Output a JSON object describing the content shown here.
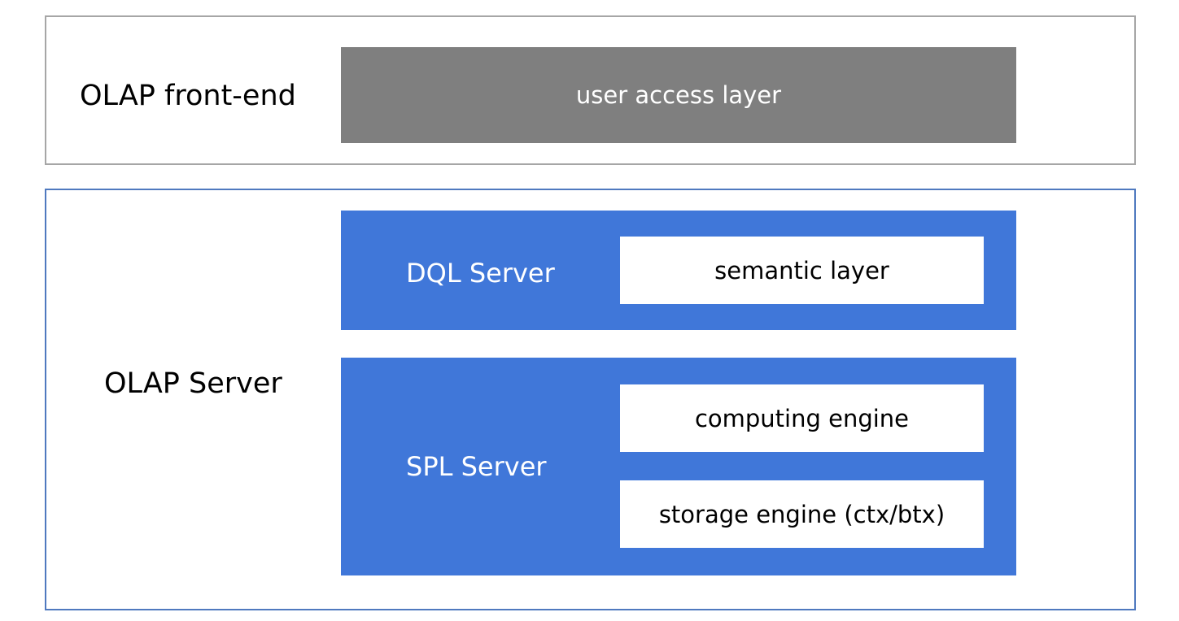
{
  "frontend": {
    "label": "OLAP front-end",
    "user_access_layer": "user access layer"
  },
  "server": {
    "label": "OLAP Server",
    "dql": {
      "name": "DQL Server",
      "semantic_layer": "semantic layer"
    },
    "spl": {
      "name": "SPL Server",
      "computing_engine": "computing engine",
      "storage_engine": "storage engine (ctx/btx)"
    }
  },
  "colors": {
    "frontend_border": "#a6a6a6",
    "server_border": "#4f79bf",
    "gray_block": "#7f7f7f",
    "blue_block": "#4077d9"
  }
}
